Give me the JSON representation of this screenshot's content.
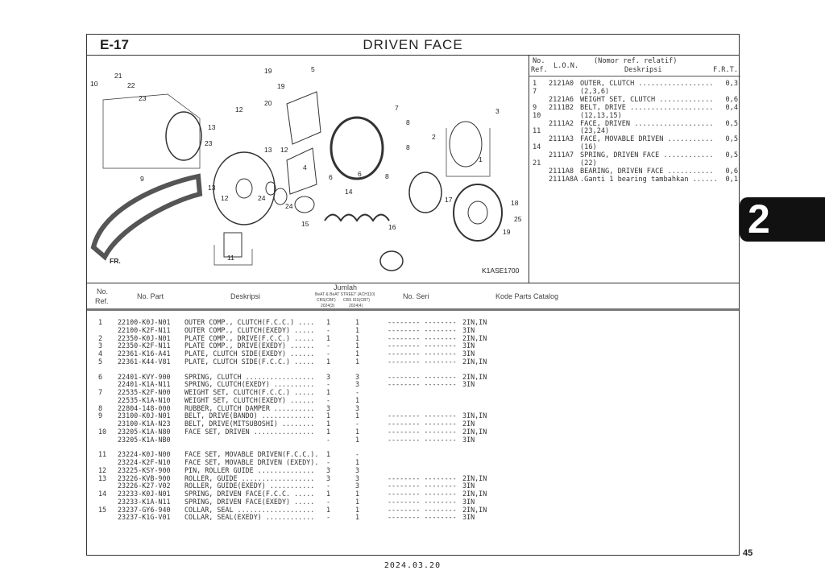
{
  "header": {
    "code": "E-17",
    "title": "DRIVEN FACE"
  },
  "diagram": {
    "code": "K1ASE1700",
    "fr_label": "FR.",
    "callouts": [
      "1",
      "2",
      "3",
      "4",
      "5",
      "6",
      "6",
      "7",
      "8",
      "8",
      "8",
      "9",
      "10",
      "11",
      "12",
      "12",
      "12",
      "13",
      "13",
      "13",
      "14",
      "15",
      "16",
      "17",
      "18",
      "19",
      "19",
      "19",
      "20",
      "21",
      "22",
      "23",
      "23",
      "24",
      "24",
      "25"
    ]
  },
  "ref_table": {
    "headers": {
      "no_ref": "No.",
      "ref": "Ref.",
      "lon": "L.O.N.",
      "note": "(Nomor ref. relatif)",
      "desc": "Deskripsi",
      "frt": "F.R.T."
    },
    "rows": [
      {
        "ref": "1",
        "lon": "2121A0",
        "desc": "OUTER, CLUTCH ..................",
        "frt": "0,3"
      },
      {
        "ref": "7",
        "lon": "",
        "desc": "(2,3,6)",
        "frt": ""
      },
      {
        "ref": "",
        "lon": "2121A6",
        "desc": "WEIGHT SET, CLUTCH .............",
        "frt": "0,6"
      },
      {
        "ref": "9",
        "lon": "2111B2",
        "desc": "BELT, DRIVE ....................",
        "frt": "0,4"
      },
      {
        "ref": "10",
        "lon": "",
        "desc": "(12,13,15)",
        "frt": ""
      },
      {
        "ref": "",
        "lon": "2111A2",
        "desc": "FACE, DRIVEN ...................",
        "frt": "0,5"
      },
      {
        "ref": "11",
        "lon": "",
        "desc": "(23,24)",
        "frt": ""
      },
      {
        "ref": "",
        "lon": "2111A3",
        "desc": "FACE, MOVABLE DRIVEN ...........",
        "frt": "0,5"
      },
      {
        "ref": "14",
        "lon": "",
        "desc": "(16)",
        "frt": ""
      },
      {
        "ref": "",
        "lon": "2111A7",
        "desc": "SPRING, DRIVEN FACE ............",
        "frt": "0,5"
      },
      {
        "ref": "21",
        "lon": "",
        "desc": "(22)",
        "frt": ""
      },
      {
        "ref": "",
        "lon": "2111A8",
        "desc": "BEARING, DRIVEN FACE ...........",
        "frt": "0,6"
      },
      {
        "ref": "",
        "lon": "2111A8A",
        "desc": ".Ganti 1 bearing tambahkan ......",
        "frt": "0,1"
      }
    ]
  },
  "parts_list": {
    "headers": {
      "no": "No.",
      "ref": "Ref.",
      "part": "No. Part",
      "desc": "Deskripsi",
      "jumlah": "Jumlah",
      "model": "BeAT & BeAT STREET (ACH110)",
      "var1": "CBS(CBF)",
      "var2": "CBS ISS(CBT)",
      "yr1": "2024(3)",
      "yr2": "2024(4)",
      "seri": "No. Seri",
      "catalog": "Kode Parts Catalog"
    },
    "groups": [
      [
        {
          "ref": "1",
          "part": "22100-K0J-N01",
          "desc": "OUTER COMP., CLUTCH(F.C.C.) ....",
          "q1": "1",
          "q2": "1",
          "seri": "-------- --------",
          "code": "2IN,IN"
        },
        {
          "ref": "",
          "part": "22100-K2F-N11",
          "desc": "OUTER COMP., CLUTCH(EXEDY) .....",
          "q1": "-",
          "q2": "1",
          "seri": "-------- --------",
          "code": "3IN"
        },
        {
          "ref": "2",
          "part": "22350-K0J-N01",
          "desc": "PLATE COMP., DRIVE(F.C.C.) .....",
          "q1": "1",
          "q2": "1",
          "seri": "-------- --------",
          "code": "2IN,IN"
        },
        {
          "ref": "3",
          "part": "22350-K2F-N11",
          "desc": "PLATE COMP., DRIVE(EXEDY) ......",
          "q1": "-",
          "q2": "1",
          "seri": "-------- --------",
          "code": "3IN"
        },
        {
          "ref": "4",
          "part": "22361-K16-A41",
          "desc": "PLATE, CLUTCH SIDE(EXEDY) ......",
          "q1": "-",
          "q2": "1",
          "seri": "-------- --------",
          "code": "3IN"
        },
        {
          "ref": "5",
          "part": "22361-K44-V81",
          "desc": "PLATE, CLUTCH SIDE(F.C.C.) .....",
          "q1": "1",
          "q2": "1",
          "seri": "-------- --------",
          "code": "2IN,IN"
        }
      ],
      [
        {
          "ref": "6",
          "part": "22401-KVY-900",
          "desc": "SPRING, CLUTCH .................",
          "q1": "3",
          "q2": "3",
          "seri": "-------- --------",
          "code": "2IN,IN"
        },
        {
          "ref": "",
          "part": "22401-K1A-N11",
          "desc": "SPRING, CLUTCH(EXEDY) ..........",
          "q1": "-",
          "q2": "3",
          "seri": "-------- --------",
          "code": "3IN"
        },
        {
          "ref": "7",
          "part": "22535-K2F-N00",
          "desc": "WEIGHT SET, CLUTCH(F.C.C.) .....",
          "q1": "1",
          "q2": "-",
          "seri": "",
          "code": ""
        },
        {
          "ref": "",
          "part": "22535-K1A-N10",
          "desc": "WEIGHT SET, CLUTCH(EXEDY) ......",
          "q1": "-",
          "q2": "1",
          "seri": "",
          "code": ""
        },
        {
          "ref": "8",
          "part": "22804-148-000",
          "desc": "RUBBER, CLUTCH DAMPER ..........",
          "q1": "3",
          "q2": "3",
          "seri": "",
          "code": ""
        },
        {
          "ref": "9",
          "part": "23100-K0J-N01",
          "desc": "BELT, DRIVE(BANDO) .............",
          "q1": "1",
          "q2": "1",
          "seri": "-------- --------",
          "code": "3IN,IN"
        },
        {
          "ref": "",
          "part": "23100-K1A-N23",
          "desc": "BELT, DRIVE(MITSUBOSHI) ........",
          "q1": "1",
          "q2": "-",
          "seri": "-------- --------",
          "code": "2IN"
        },
        {
          "ref": "10",
          "part": "23205-K1A-N80",
          "desc": "FACE SET, DRIVEN ...............",
          "q1": "1",
          "q2": "1",
          "seri": "-------- --------",
          "code": "2IN,IN"
        },
        {
          "ref": "",
          "part": "23205-K1A-NB0",
          "desc": "",
          "q1": "-",
          "q2": "1",
          "seri": "-------- --------",
          "code": "3IN"
        }
      ],
      [
        {
          "ref": "11",
          "part": "23224-K0J-N00",
          "desc": "FACE SET, MOVABLE DRIVEN(F.C.C.).",
          "q1": "1",
          "q2": "-",
          "seri": "",
          "code": ""
        },
        {
          "ref": "",
          "part": "23224-K2F-N10",
          "desc": "FACE SET, MOVABLE DRIVEN (EXEDY).",
          "q1": "-",
          "q2": "1",
          "seri": "",
          "code": ""
        },
        {
          "ref": "12",
          "part": "23225-KSY-900",
          "desc": "PIN, ROLLER GUIDE ..............",
          "q1": "3",
          "q2": "3",
          "seri": "",
          "code": ""
        },
        {
          "ref": "13",
          "part": "23226-KVB-900",
          "desc": "ROLLER, GUIDE ..................",
          "q1": "3",
          "q2": "3",
          "seri": "-------- --------",
          "code": "2IN,IN"
        },
        {
          "ref": "",
          "part": "23226-K27-V02",
          "desc": "ROLLER, GUIDE(EXEDY) ...........",
          "q1": "-",
          "q2": "3",
          "seri": "-------- --------",
          "code": "3IN"
        },
        {
          "ref": "14",
          "part": "23233-K0J-N01",
          "desc": "SPRING, DRIVEN FACE(F.C.C. .....",
          "q1": "1",
          "q2": "1",
          "seri": "-------- --------",
          "code": "2IN,IN"
        },
        {
          "ref": "",
          "part": "23233-K1A-N11",
          "desc": "SPRING, DRIVEN FACE(EXEDY) .....",
          "q1": "-",
          "q2": "1",
          "seri": "-------- --------",
          "code": "3IN"
        },
        {
          "ref": "15",
          "part": "23237-GY6-940",
          "desc": "COLLAR, SEAL ...................",
          "q1": "1",
          "q2": "1",
          "seri": "-------- --------",
          "code": "2IN,IN"
        },
        {
          "ref": "",
          "part": "23237-K1G-V01",
          "desc": "COLLAR, SEAL(EXEDY) ............",
          "q1": "-",
          "q2": "1",
          "seri": "-------- --------",
          "code": "3IN"
        }
      ]
    ]
  },
  "section_tab": "2",
  "page_number": "45",
  "date": "2024.03.20"
}
